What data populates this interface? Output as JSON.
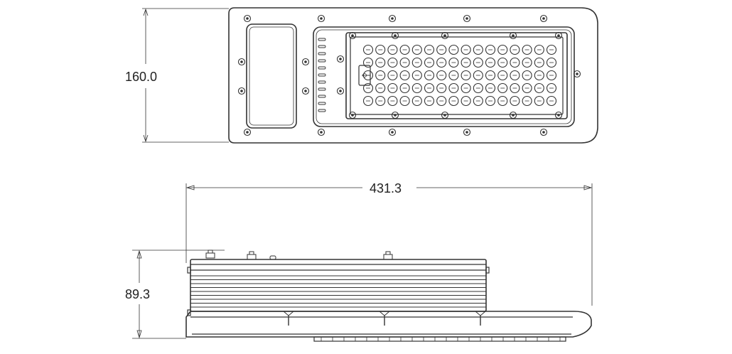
{
  "dimensions": {
    "top_height": "160.0",
    "length": "431.3",
    "side_height": "89.3"
  },
  "colors": {
    "line": "#333333",
    "background": "#ffffff"
  },
  "led_array": {
    "rows": 5,
    "cols": 16
  }
}
